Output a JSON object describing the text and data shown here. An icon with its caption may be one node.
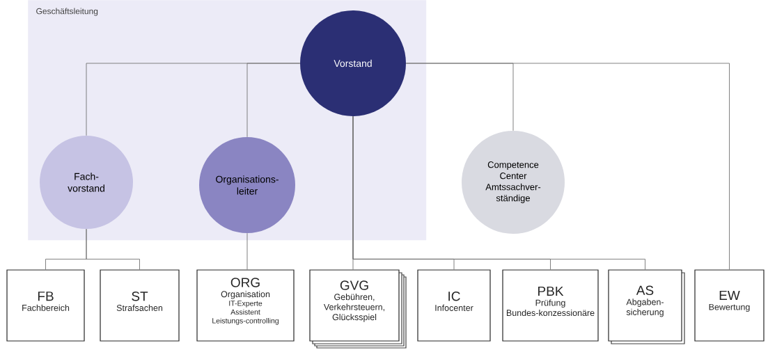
{
  "diagram": {
    "nodes": [
      {
        "text": [
          "Geschäftsleitung"
        ]
      },
      {
        "text": [
          "Vorstand"
        ],
        "in": 0
      },
      {
        "text": [
          "Fach-vorstand"
        ],
        "in": 0
      },
      {
        "text": [
          "Organisations-leiter"
        ],
        "in": 0
      },
      {
        "text": [
          "Competence Center Amtssachver-ständige"
        ]
      },
      {
        "text": [
          "FB",
          "Fachbereich"
        ]
      },
      {
        "text": [
          "ST",
          "Strafsachen"
        ]
      },
      {
        "text": [
          "ORG",
          "Organisation",
          "IT-Experte",
          "Assistent Leistungs-controlling"
        ]
      },
      {
        "text": [
          "GVG",
          "Gebühren, Verkehrsteuern, Glücksspiel"
        ]
      },
      {
        "text": [
          "IC",
          "Infocenter"
        ]
      },
      {
        "text": [
          "PBK",
          "Prüfung Bundes-konzessionäre"
        ]
      },
      {
        "text": [
          "AS",
          "Abgaben-sicherung"
        ]
      },
      {
        "text": [
          "EW",
          "Bewertung"
        ]
      }
    ],
    "edges": [
      {
        "from": 1,
        "to": 2,
        "arrow": "none"
      },
      {
        "from": 1,
        "to": 3,
        "arrow": "none"
      },
      {
        "from": 1,
        "to": 4,
        "arrow": "none"
      },
      {
        "from": 1,
        "to": 12,
        "arrow": "none"
      },
      {
        "from": 1,
        "to": 8,
        "arrow": "none"
      },
      {
        "from": 1,
        "to": 9,
        "arrow": "none"
      },
      {
        "from": 1,
        "to": 10,
        "arrow": "none"
      },
      {
        "from": 1,
        "to": 11,
        "arrow": "none"
      },
      {
        "from": 2,
        "to": 5,
        "arrow": "none"
      },
      {
        "from": 2,
        "to": 6,
        "arrow": "none"
      },
      {
        "from": 3,
        "to": 7,
        "arrow": "none"
      }
    ]
  }
}
